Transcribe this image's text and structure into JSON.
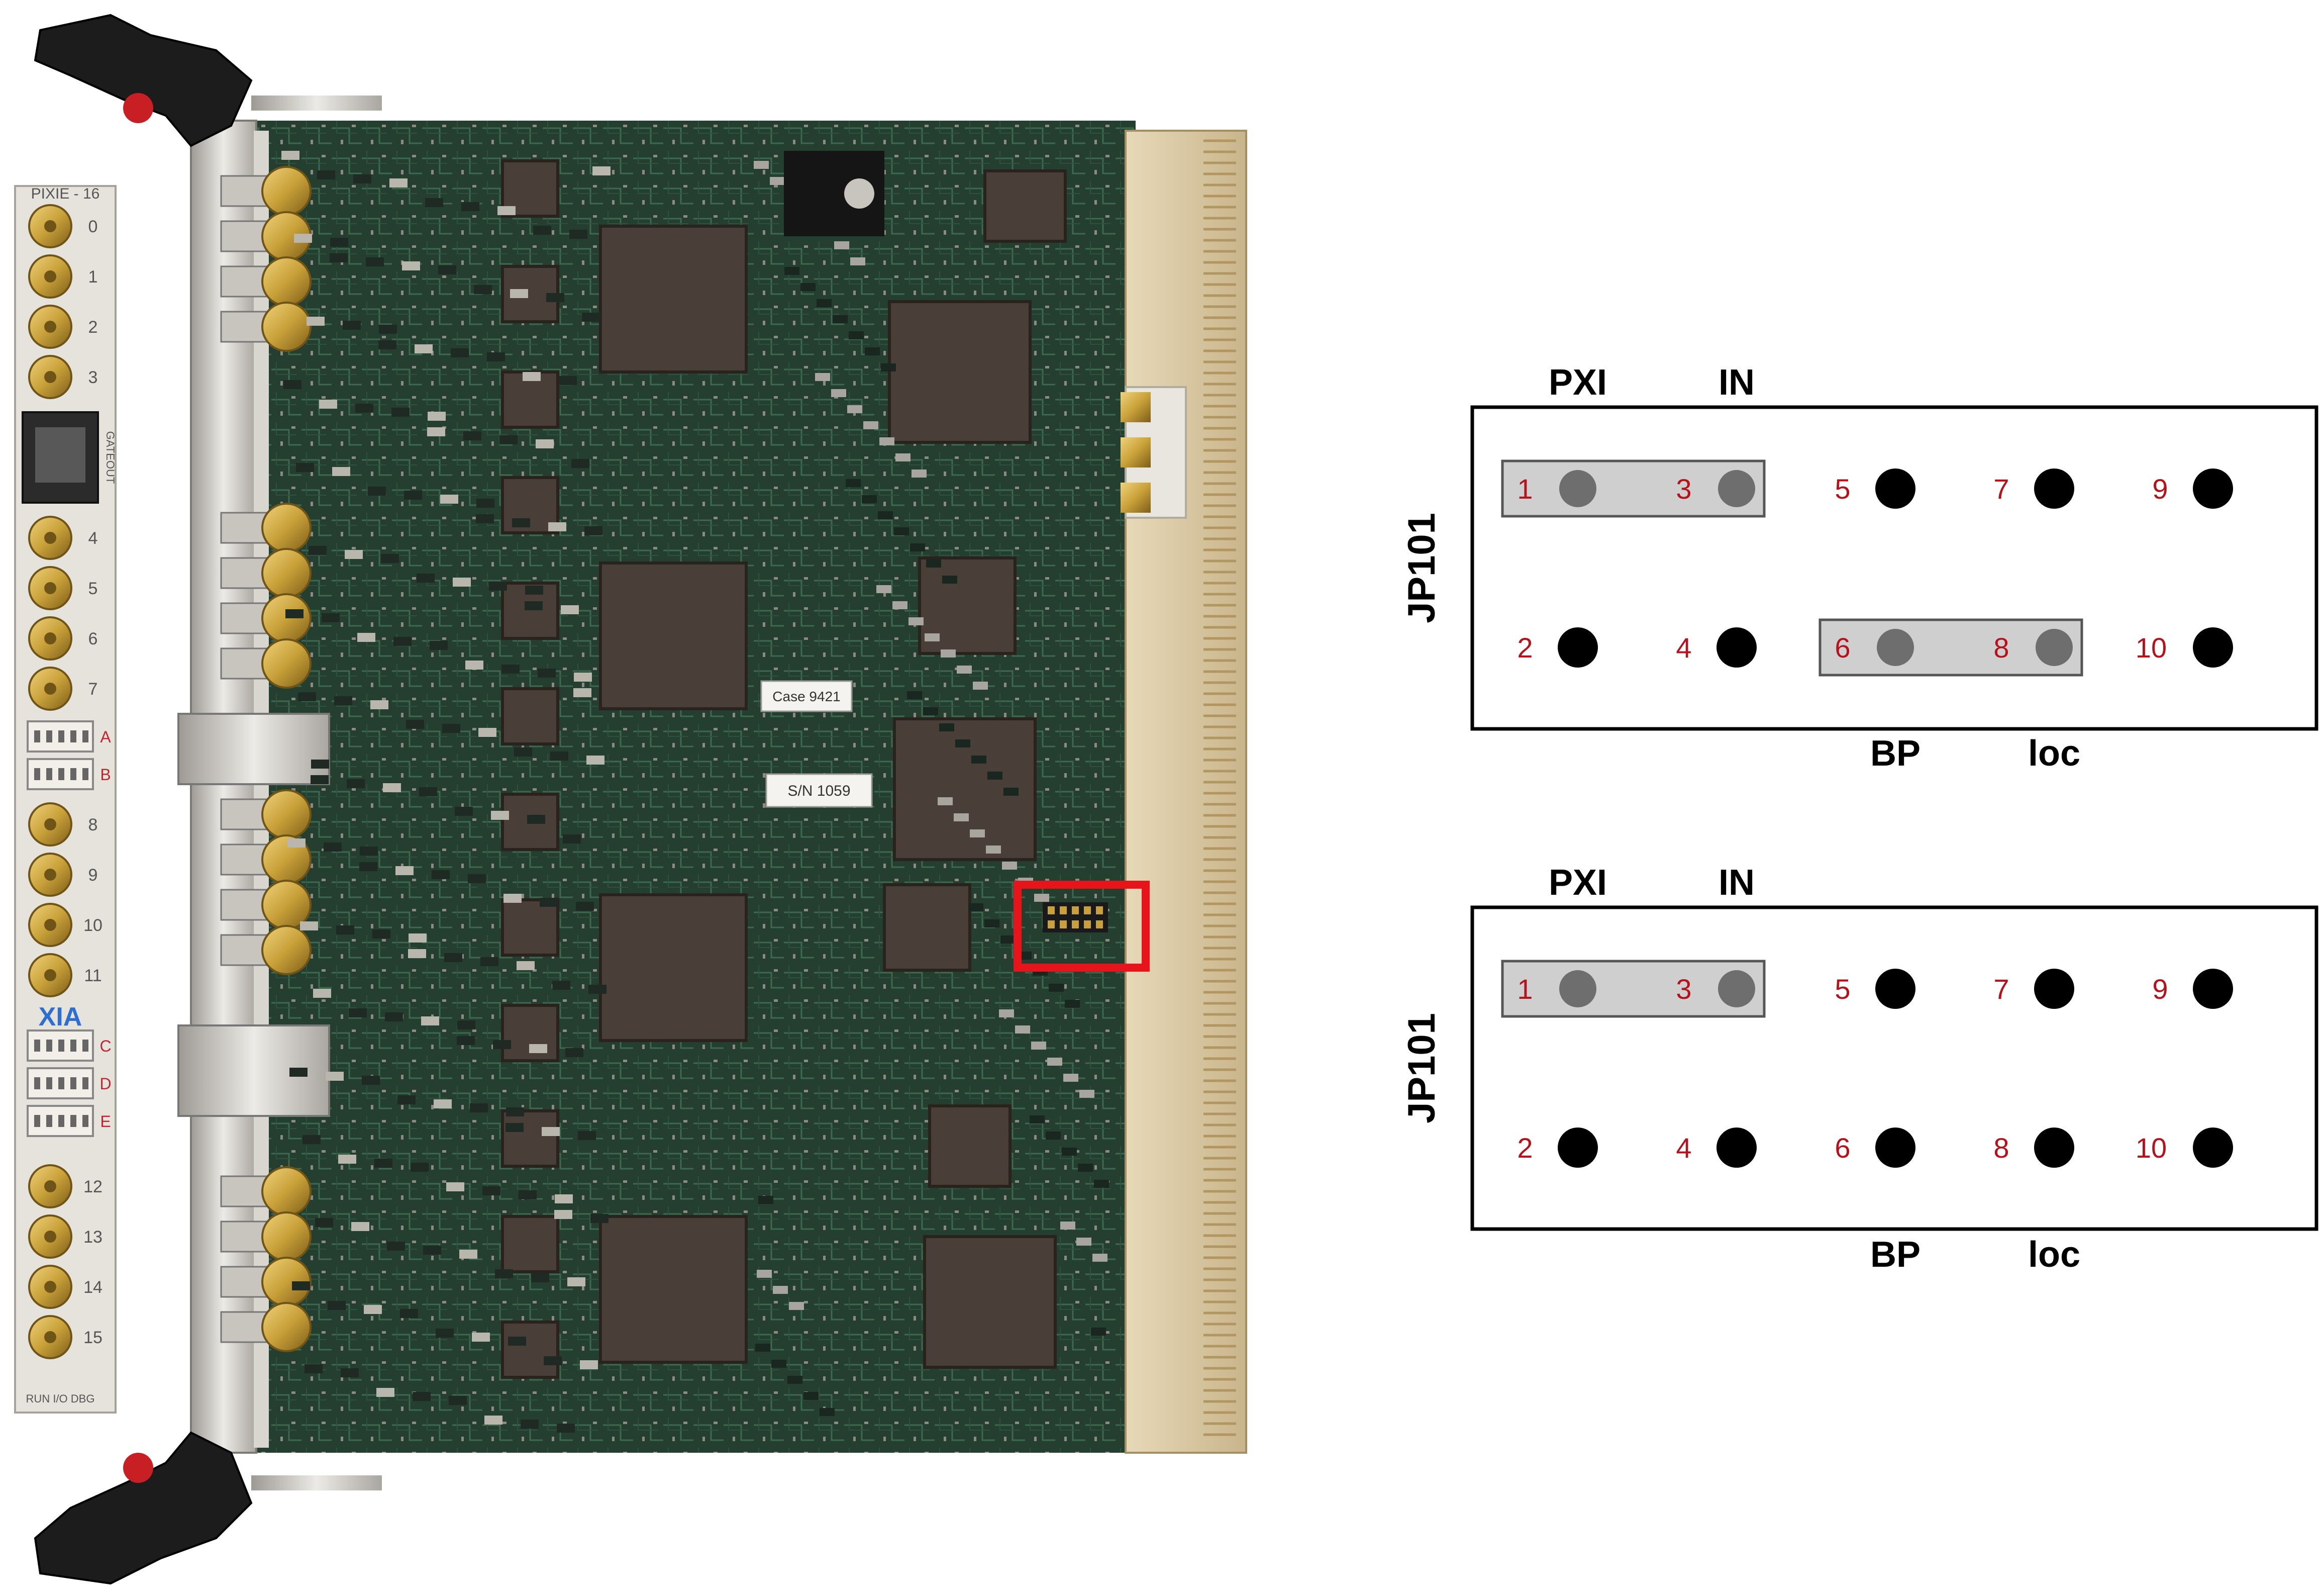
{
  "colors": {
    "pcb_green": "#243f30",
    "pcb_trace": "#3d6a4f",
    "chip": "#4a3f38",
    "chip_edge": "#2a221d",
    "gold": "#c9a13a",
    "silver": "#c8c5bf",
    "highlight_red": "#e8141b",
    "pin_black": "#000000",
    "pin_gray": "#6e6e6e",
    "jumper_fill": "#cfcfcf",
    "number_red": "#b5121b",
    "frame": "#000000"
  },
  "board": {
    "front_panel": {
      "model": "PIXIE - 16",
      "channel_labels_group1": [
        "0",
        "1",
        "2",
        "3"
      ],
      "port_label": "GATEOUT",
      "channel_labels_group2": [
        "4",
        "5",
        "6",
        "7"
      ],
      "connector_labels_ab": [
        "A",
        "B"
      ],
      "channel_labels_group3": [
        "8",
        "9",
        "10",
        "11"
      ],
      "brand": "XIA",
      "connector_labels_cde": [
        "C",
        "D",
        "E"
      ],
      "channel_labels_group4": [
        "12",
        "13",
        "14",
        "15"
      ],
      "led_labels": "RUN I/O DBG"
    },
    "stickers": {
      "case": "Case 9421",
      "serial": "S/N 1059"
    },
    "highlight_target": "JP101 jumper block"
  },
  "jumper_diagrams": [
    {
      "id": "top",
      "vertical_label": "JP101",
      "top_labels": [
        "PXI",
        "IN"
      ],
      "bottom_labels": [
        "BP",
        "loc"
      ],
      "top_row_pins": [
        "1",
        "3",
        "5",
        "7",
        "9"
      ],
      "bottom_row_pins": [
        "2",
        "4",
        "6",
        "8",
        "10"
      ],
      "jumpers": [
        [
          "1",
          "3"
        ],
        [
          "6",
          "8"
        ]
      ]
    },
    {
      "id": "bottom",
      "vertical_label": "JP101",
      "top_labels": [
        "PXI",
        "IN"
      ],
      "bottom_labels": [
        "BP",
        "loc"
      ],
      "top_row_pins": [
        "1",
        "3",
        "5",
        "7",
        "9"
      ],
      "bottom_row_pins": [
        "2",
        "4",
        "6",
        "8",
        "10"
      ],
      "jumpers": [
        [
          "1",
          "3"
        ]
      ]
    }
  ]
}
